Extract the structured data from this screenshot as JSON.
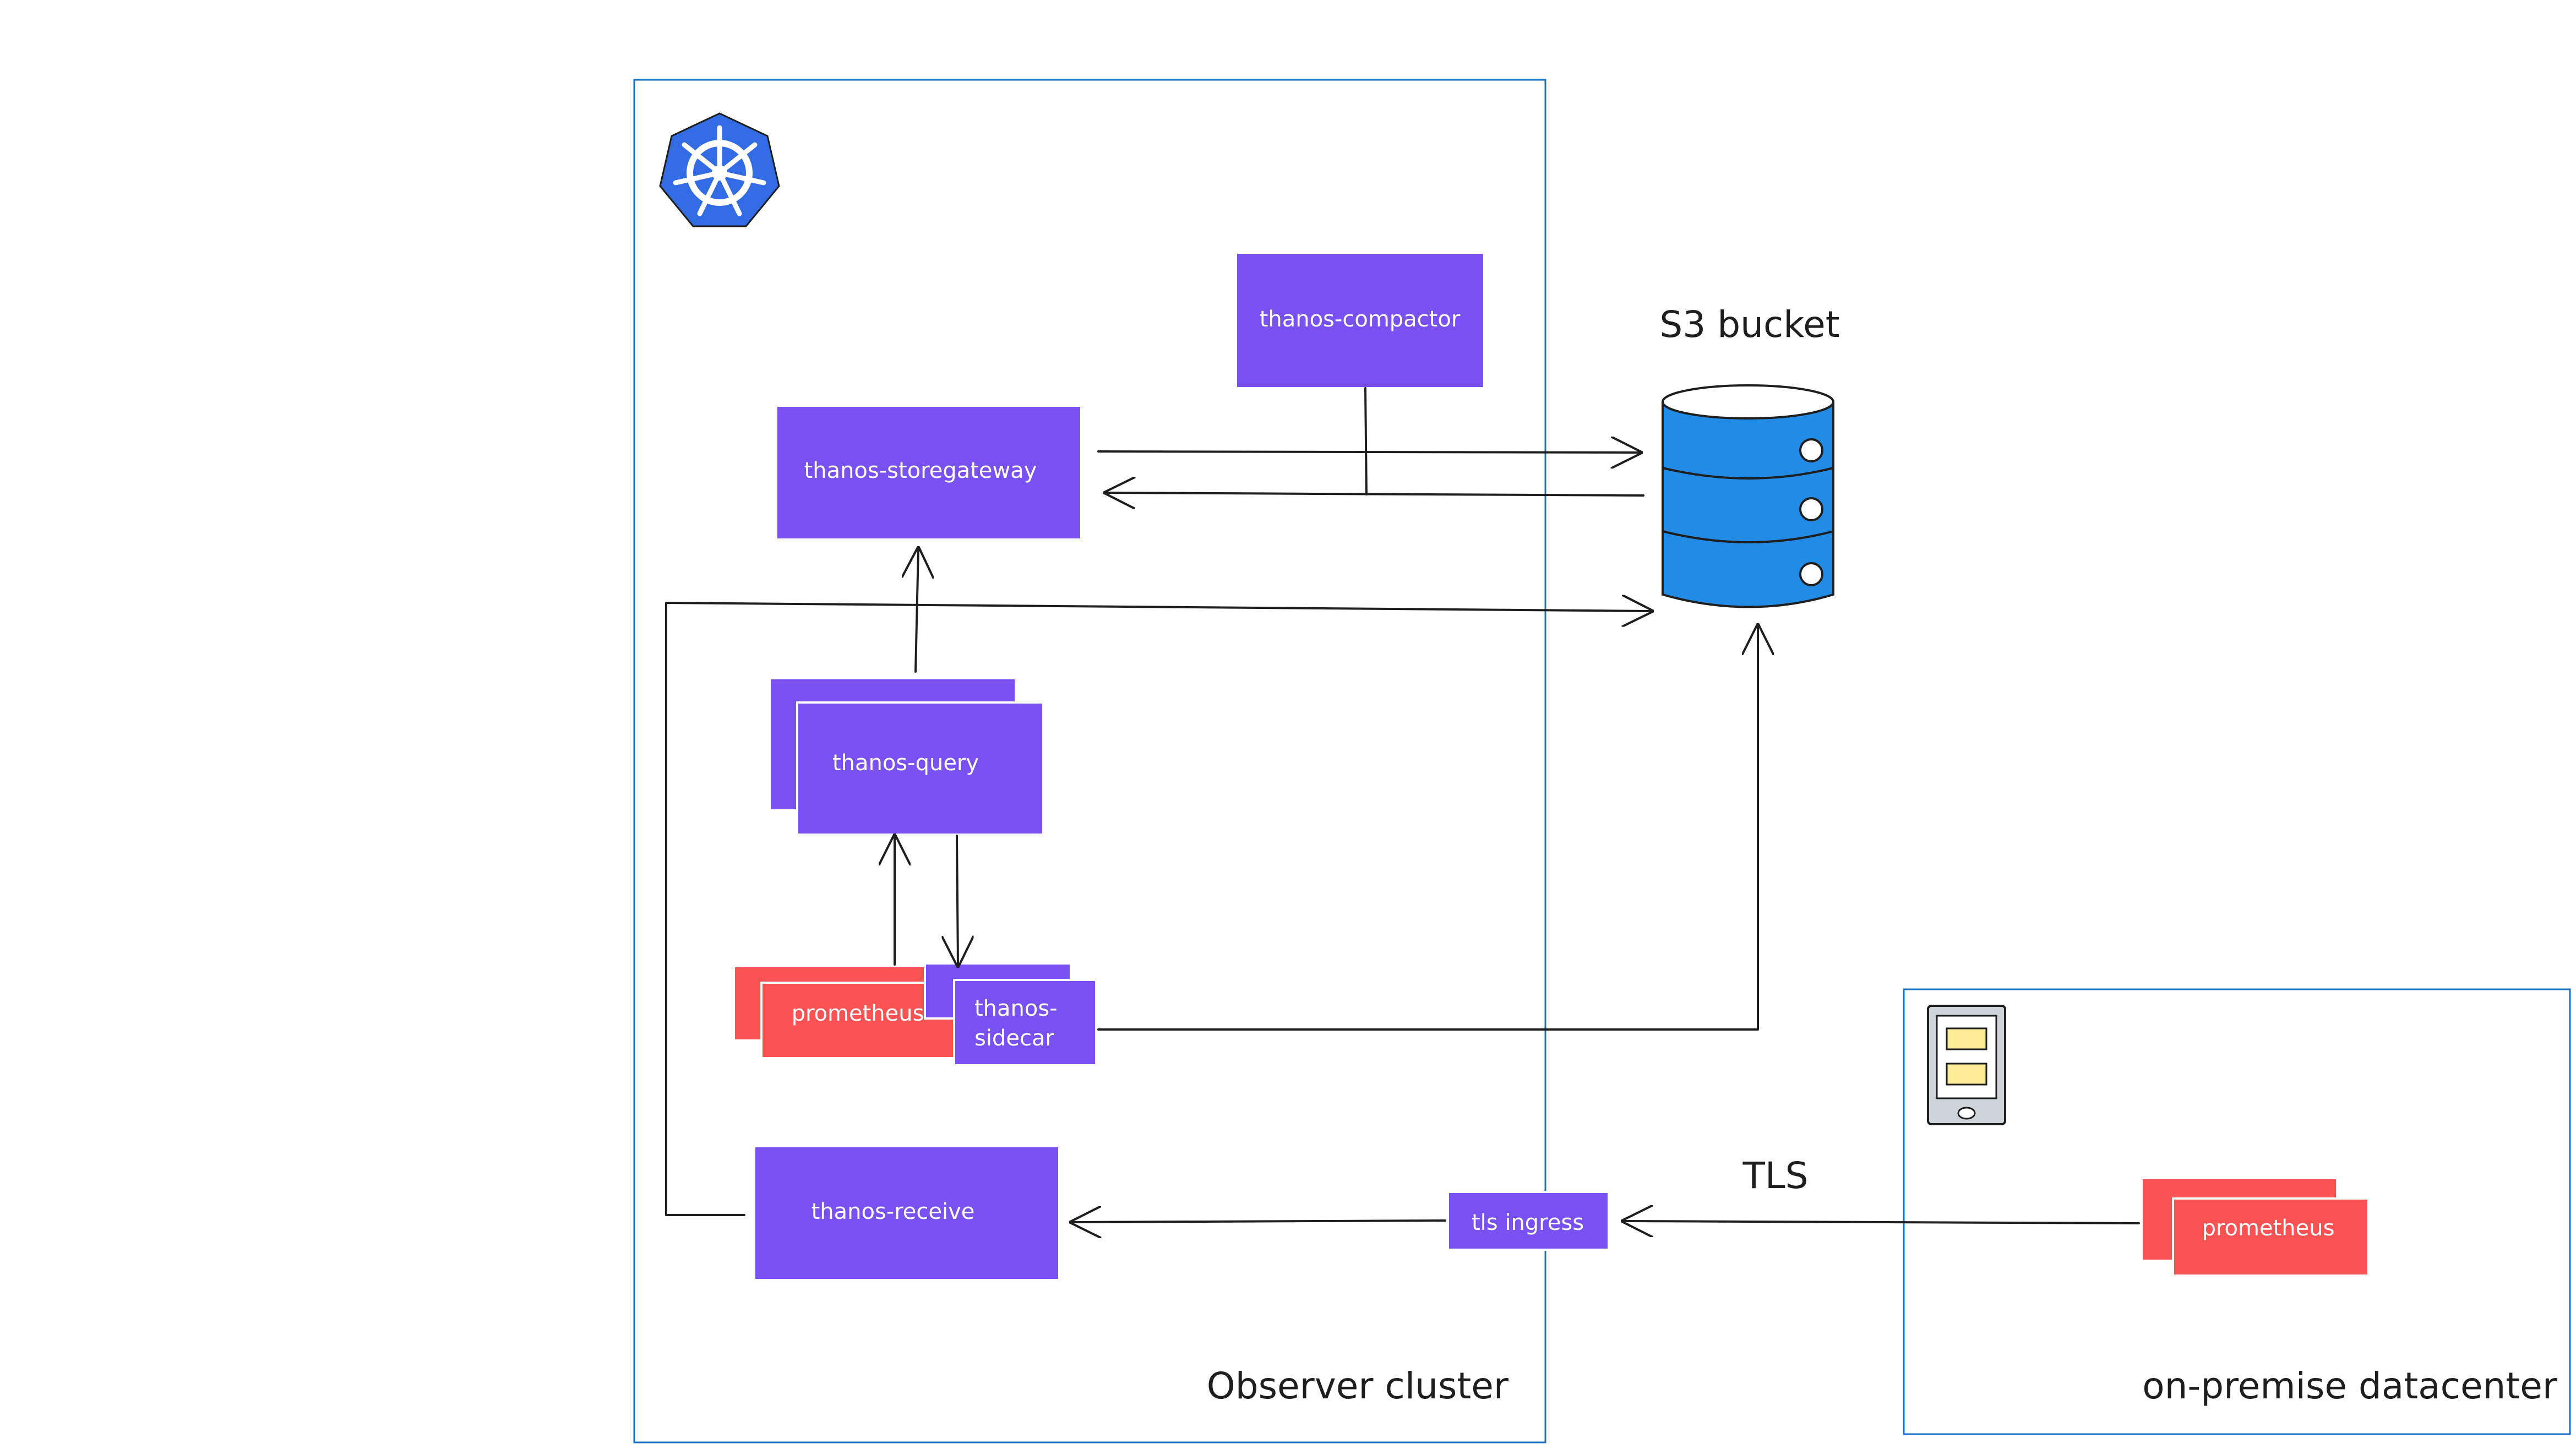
{
  "regions": {
    "observer_cluster": "Observer cluster",
    "onprem_datacenter": "on-premise datacenter"
  },
  "components": {
    "compactor": "thanos-compactor",
    "storegateway": "thanos-storegateway",
    "query": "thanos-query",
    "prometheus_cluster": "prometheus",
    "sidecar_line1": "thanos-",
    "sidecar_line2": "sidecar",
    "receive": "thanos-receive",
    "tls_ingress": "tls ingress",
    "prometheus_onprem": "prometheus"
  },
  "storage": {
    "title": "S3 bucket"
  },
  "connection": {
    "tls": "TLS"
  },
  "icons": {
    "cluster_logo": "kubernetes-helm-icon",
    "bucket": "database-icon",
    "datacenter": "server-rack-icon"
  },
  "colors": {
    "thanos": "#7950f2",
    "prometheus": "#fa5252",
    "bucket": "#228be6",
    "region_border": "#1971c2",
    "kubernetes": "#326ce5",
    "stroke": "#1e1e1e"
  }
}
